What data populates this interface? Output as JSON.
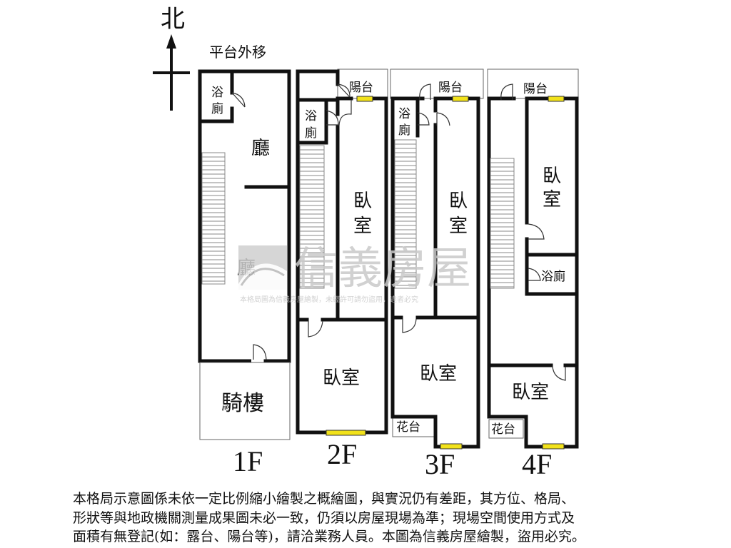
{
  "compass": {
    "north": "北",
    "platform_note": "平台外移"
  },
  "rooms": {
    "bath": "浴廁",
    "bath_a": "浴",
    "bath_b": "廁",
    "hall": "廳",
    "bedroom_a": "臥",
    "bedroom_b": "室",
    "bedroom": "臥室",
    "balcony": "陽台",
    "arcade": "騎樓",
    "planter": "花台"
  },
  "floors": [
    "1F",
    "2F",
    "3F",
    "4F"
  ],
  "watermark": {
    "brand": "信義房屋",
    "notice": "本格局圖為信義房屋繪製，未經許可請勿盜用，違者必究"
  },
  "disclaimer": [
    "本格局示意圖係未依一定比例縮小繪製之概繪圖，與實況仍有差距，其方位、格局、",
    "形狀等與地政機關測量成果圖未必一致，仍須以房屋現場為準；現場空間使用方式及",
    "面積有無登記(如：露台、陽台等)，請洽業務人員。本圖為信義房屋繪製，盜用必究。"
  ]
}
